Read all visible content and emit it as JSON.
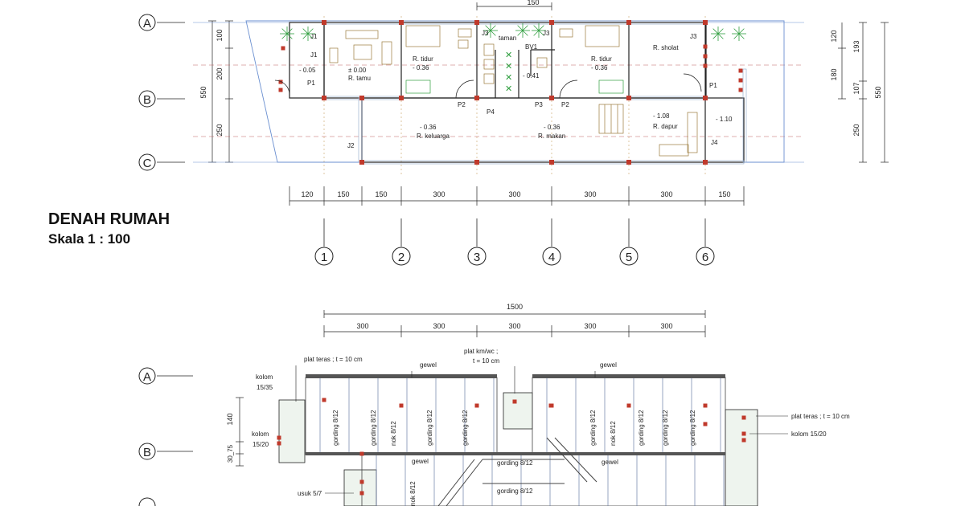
{
  "drawing": {
    "title": "DENAH RUMAH",
    "scale": "Skala 1 : 100",
    "grid_rows": [
      "A",
      "B",
      "C"
    ],
    "grid_cols": [
      "1",
      "2",
      "3",
      "4",
      "5",
      "6"
    ],
    "top_dim_label": "150",
    "bottom_dims": [
      "120",
      "150",
      "150",
      "300",
      "300",
      "300",
      "300",
      "150"
    ],
    "left_dims": [
      "100",
      "200",
      "250"
    ],
    "left_total": "550",
    "right_dims_a": [
      "120",
      "180"
    ],
    "right_dims_b": [
      "193",
      "107",
      "250"
    ],
    "right_total": "550",
    "roof_total": "1500",
    "roof_dims": [
      "300",
      "300",
      "300",
      "300",
      "300"
    ]
  },
  "rooms": {
    "tamu": "R. tamu",
    "tamu_level": "± 0.00",
    "tidur1": "R. tidur",
    "tidur1_level": "- 0.36",
    "taman": "taman",
    "tidur2": "R. tidur",
    "tidur2_level": "- 0.36",
    "sholat": "R. sholat",
    "dapur": "R. dapur",
    "dapur_level": "- 1.08",
    "keluarga": "R. keluarga",
    "keluarga_level": "- 0.36",
    "makan": "R. makan",
    "makan_level": "- 0.36",
    "teras_level": "- 0.05",
    "taman_level": "- 0.41",
    "side_level": "- 1.10"
  },
  "openings": {
    "j1a": "J1",
    "j1b": "J1",
    "j2": "J2",
    "j3a": "J3",
    "j3b": "J3",
    "j3c": "J3",
    "j4": "J4",
    "p1a": "P1",
    "p1b": "P1",
    "p2a": "P2",
    "p2b": "P2",
    "p3": "P3",
    "p4": "P4",
    "bv1": "BV1"
  },
  "roof": {
    "plat_teras_left": "plat teras ; t = 10 cm",
    "plat_kmwc_1": "plat km/wc ;",
    "plat_kmwc_2": "t = 10 cm",
    "plat_teras_right": "plat teras ; t = 10 cm",
    "gewel": "gewel",
    "kolom_1535_a": "kolom",
    "kolom_1535_b": "15/35",
    "kolom_1520_a": "kolom",
    "kolom_1520_b": "15/20",
    "kolom_right": "kolom 15/20",
    "usuk": "usuk 5/7",
    "gording": "gording 8/12",
    "nok": "nok 8/12",
    "dim_140": "140",
    "dim_3075": "30_75"
  },
  "colors": {
    "line": "#222222",
    "guide": "#6a8fd0",
    "column": "#c0392b",
    "hatch": "#8aa4c8",
    "plant": "#2e9e3e",
    "beam": "#444444"
  }
}
